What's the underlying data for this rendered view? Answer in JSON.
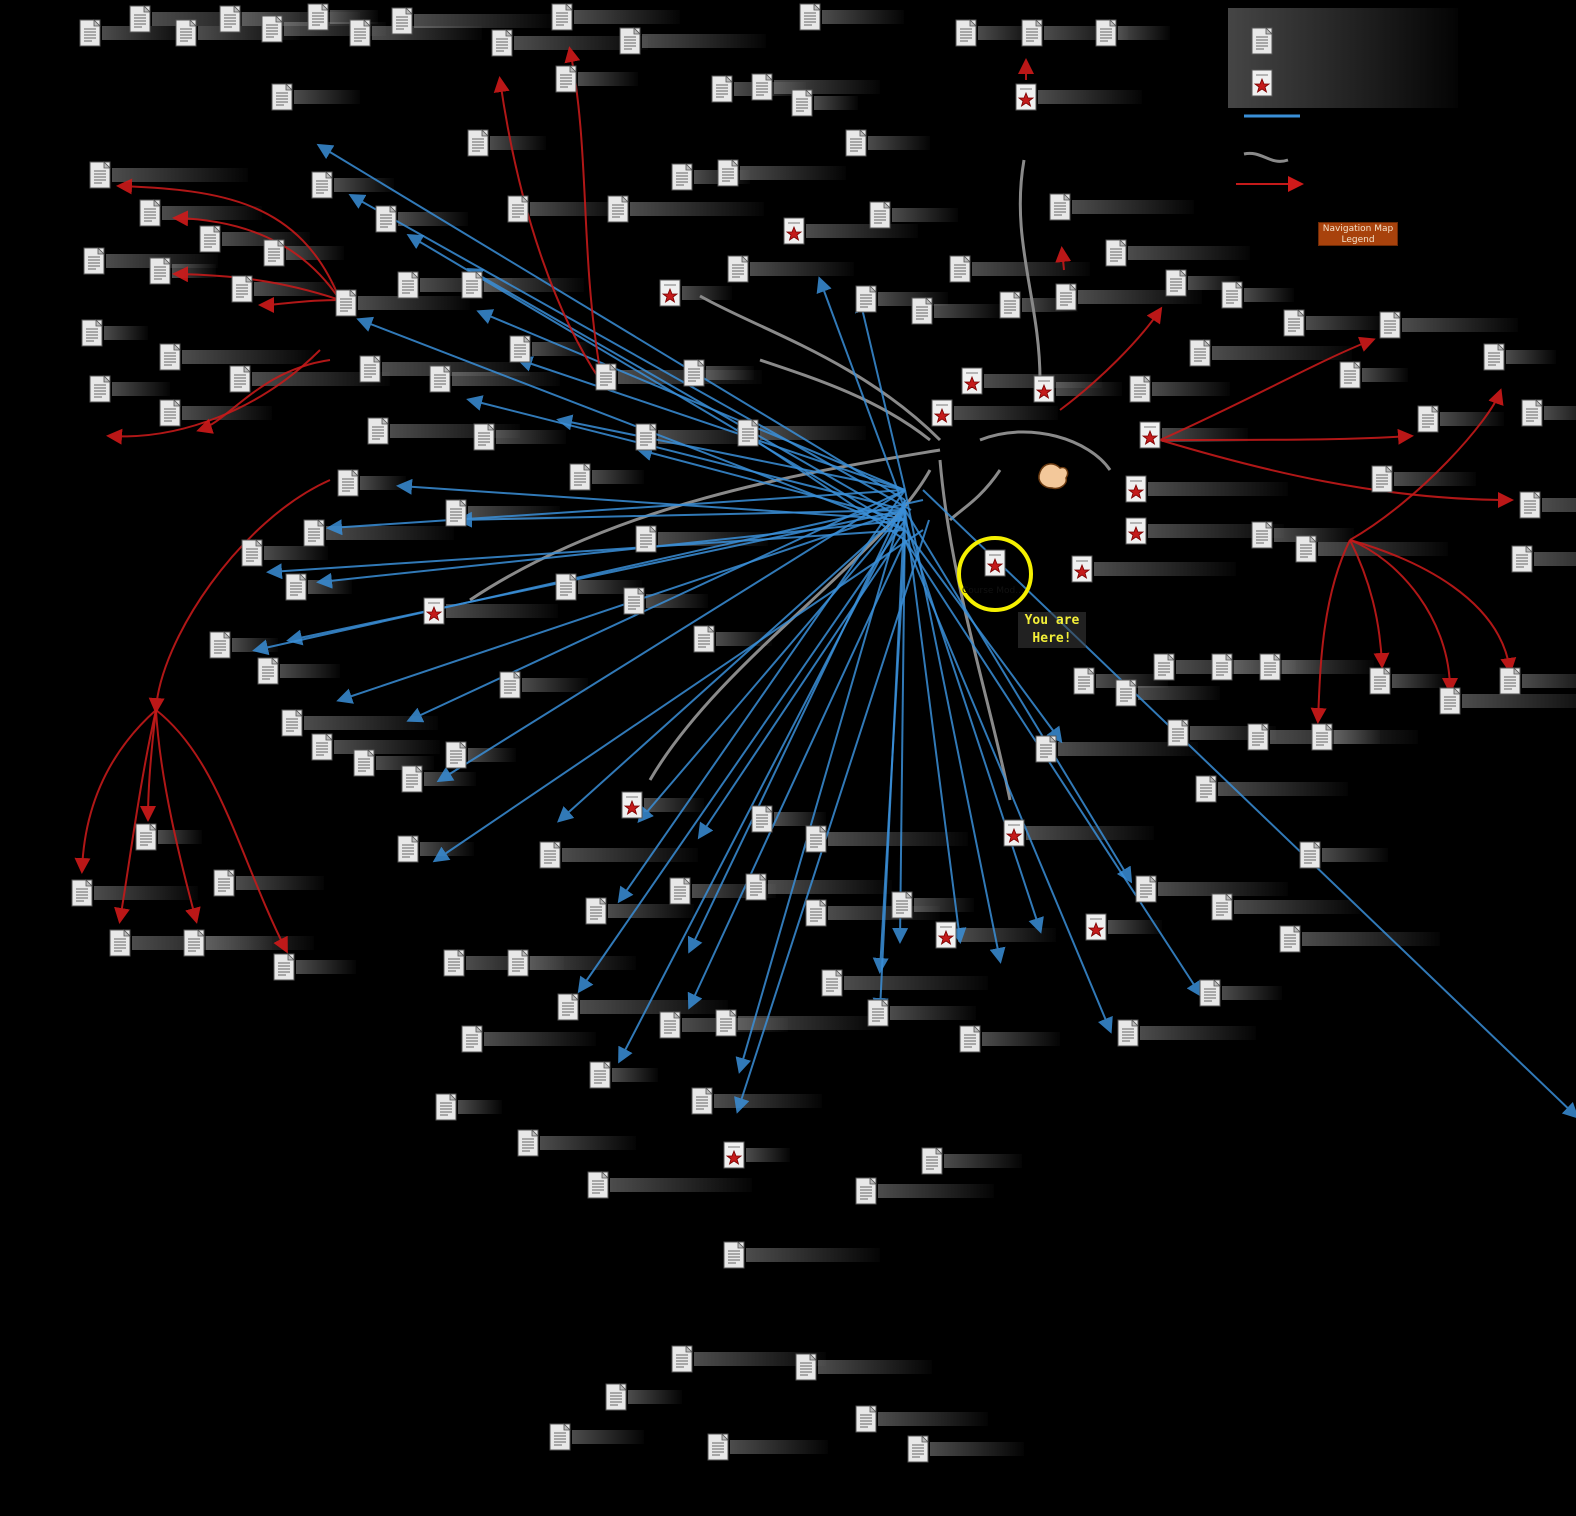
{
  "legend": {
    "title_line1": "Navigation Map",
    "title_line2": "Legend"
  },
  "current_location": {
    "label_line1": "You are",
    "label_line2": "Here!",
    "node_label": "Course Mod..."
  },
  "colors": {
    "background": "#000000",
    "blue_link": "#3a8fd8",
    "red_link": "#c41a1a",
    "gray_link": "#8a8a8a",
    "highlight_ring": "#f5f000",
    "legend_box": "#a8420c"
  },
  "icons": {
    "page": "document-icon",
    "starred_page": "starred-document-icon",
    "hub": "hand-icon"
  }
}
